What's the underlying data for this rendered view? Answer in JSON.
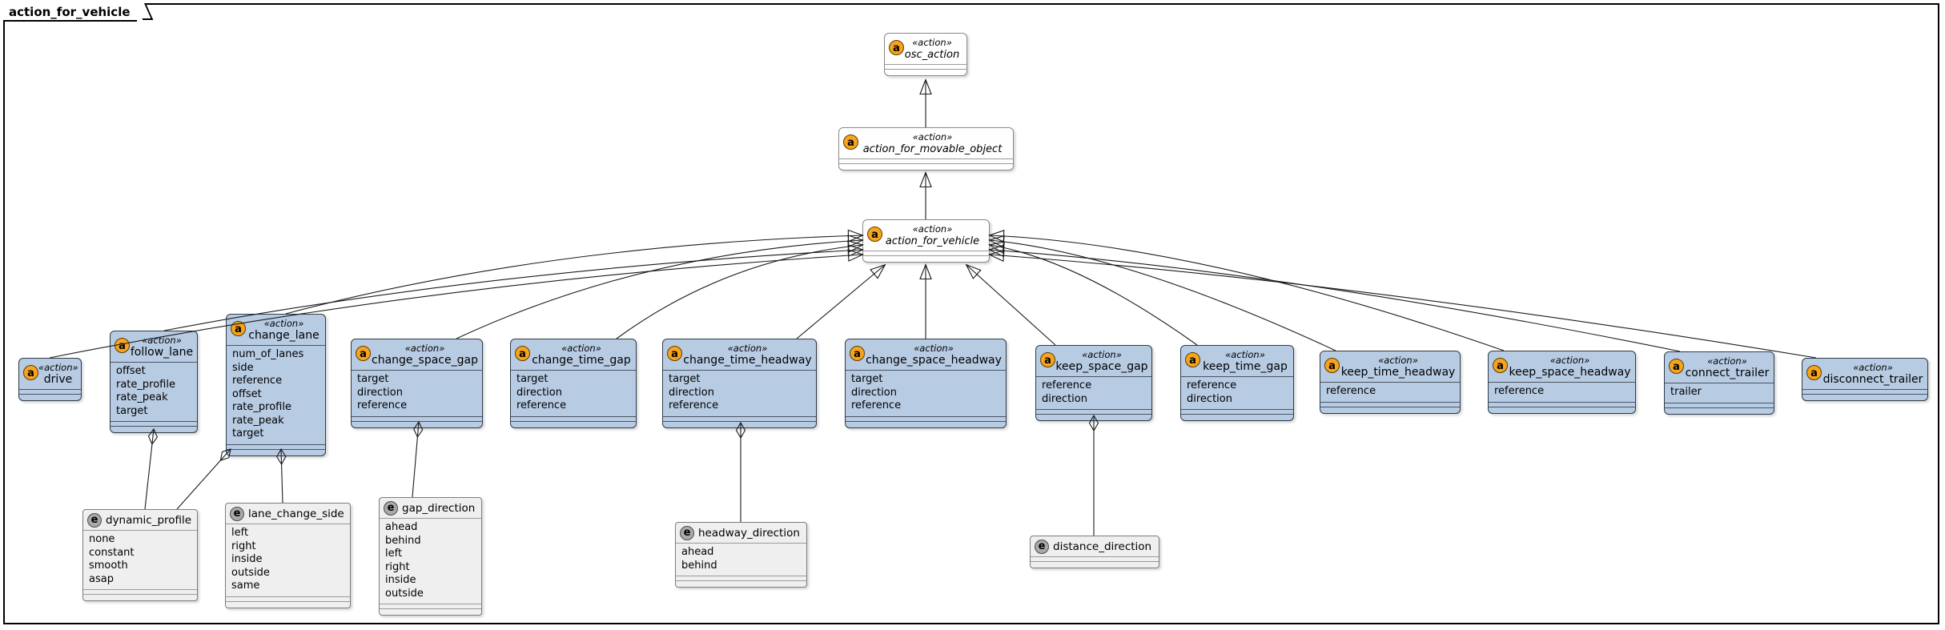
{
  "frame": {
    "title": "action_for_vehicle"
  },
  "colors": {
    "action_fill": "#b7cbe3",
    "action_border": "#2f3b49",
    "enum_fill": "#efefef",
    "separator": "#4a5564",
    "line": "#1a1a1a",
    "spot_action_fill": "#f6a41d",
    "spot_action_border": "#5a3c00",
    "spot_enum_fill": "#a9a9a9"
  },
  "nodes": [
    {
      "id": "osc_action",
      "kind": "abstract",
      "badge": "a",
      "stereotype": "«action»",
      "name": "osc_action",
      "attrs": []
    },
    {
      "id": "action_for_movable_object",
      "kind": "abstract",
      "badge": "a",
      "stereotype": "«action»",
      "name": "action_for_movable_object",
      "attrs": []
    },
    {
      "id": "action_for_vehicle",
      "kind": "abstract",
      "badge": "a",
      "stereotype": "«action»",
      "name": "action_for_vehicle",
      "attrs": []
    },
    {
      "id": "drive",
      "kind": "action",
      "badge": "a",
      "stereotype": "«action»",
      "name": "drive",
      "attrs": []
    },
    {
      "id": "follow_lane",
      "kind": "action",
      "badge": "a",
      "stereotype": "«action»",
      "name": "follow_lane",
      "attrs": [
        "offset",
        "rate_profile",
        "rate_peak",
        "target"
      ]
    },
    {
      "id": "change_lane",
      "kind": "action",
      "badge": "a",
      "stereotype": "«action»",
      "name": "change_lane",
      "attrs": [
        "num_of_lanes",
        "side",
        "reference",
        "offset",
        "rate_profile",
        "rate_peak",
        "target"
      ]
    },
    {
      "id": "change_space_gap",
      "kind": "action",
      "badge": "a",
      "stereotype": "«action»",
      "name": "change_space_gap",
      "attrs": [
        "target",
        "direction",
        "reference"
      ]
    },
    {
      "id": "change_time_gap",
      "kind": "action",
      "badge": "a",
      "stereotype": "«action»",
      "name": "change_time_gap",
      "attrs": [
        "target",
        "direction",
        "reference"
      ]
    },
    {
      "id": "change_time_headway",
      "kind": "action",
      "badge": "a",
      "stereotype": "«action»",
      "name": "change_time_headway",
      "attrs": [
        "target",
        "direction",
        "reference"
      ]
    },
    {
      "id": "change_space_headway",
      "kind": "action",
      "badge": "a",
      "stereotype": "«action»",
      "name": "change_space_headway",
      "attrs": [
        "target",
        "direction",
        "reference"
      ]
    },
    {
      "id": "keep_space_gap",
      "kind": "action",
      "badge": "a",
      "stereotype": "«action»",
      "name": "keep_space_gap",
      "attrs": [
        "reference",
        "direction"
      ]
    },
    {
      "id": "keep_time_gap",
      "kind": "action",
      "badge": "a",
      "stereotype": "«action»",
      "name": "keep_time_gap",
      "attrs": [
        "reference",
        "direction"
      ]
    },
    {
      "id": "keep_time_headway",
      "kind": "action",
      "badge": "a",
      "stereotype": "«action»",
      "name": "keep_time_headway",
      "attrs": [
        "reference"
      ]
    },
    {
      "id": "keep_space_headway",
      "kind": "action",
      "badge": "a",
      "stereotype": "«action»",
      "name": "keep_space_headway",
      "attrs": [
        "reference"
      ]
    },
    {
      "id": "connect_trailer",
      "kind": "action",
      "badge": "a",
      "stereotype": "«action»",
      "name": "connect_trailer",
      "attrs": [
        "trailer"
      ]
    },
    {
      "id": "disconnect_trailer",
      "kind": "action",
      "badge": "a",
      "stereotype": "«action»",
      "name": "disconnect_trailer",
      "attrs": []
    },
    {
      "id": "dynamic_profile",
      "kind": "enum",
      "badge": "e",
      "stereotype": "",
      "name": "dynamic_profile",
      "attrs": [
        "none",
        "constant",
        "smooth",
        "asap"
      ]
    },
    {
      "id": "lane_change_side",
      "kind": "enum",
      "badge": "e",
      "stereotype": "",
      "name": "lane_change_side",
      "attrs": [
        "left",
        "right",
        "inside",
        "outside",
        "same"
      ]
    },
    {
      "id": "gap_direction",
      "kind": "enum",
      "badge": "e",
      "stereotype": "",
      "name": "gap_direction",
      "attrs": [
        "ahead",
        "behind",
        "left",
        "right",
        "inside",
        "outside"
      ]
    },
    {
      "id": "headway_direction",
      "kind": "enum",
      "badge": "e",
      "stereotype": "",
      "name": "headway_direction",
      "attrs": [
        "ahead",
        "behind"
      ]
    },
    {
      "id": "distance_direction",
      "kind": "enum",
      "badge": "e",
      "stereotype": "",
      "name": "distance_direction",
      "attrs": []
    }
  ],
  "edges": [
    {
      "from": "action_for_movable_object",
      "to": "osc_action",
      "type": "inheritance"
    },
    {
      "from": "action_for_vehicle",
      "to": "action_for_movable_object",
      "type": "inheritance"
    },
    {
      "from": "drive",
      "to": "action_for_vehicle",
      "type": "inheritance"
    },
    {
      "from": "follow_lane",
      "to": "action_for_vehicle",
      "type": "inheritance"
    },
    {
      "from": "change_lane",
      "to": "action_for_vehicle",
      "type": "inheritance"
    },
    {
      "from": "change_space_gap",
      "to": "action_for_vehicle",
      "type": "inheritance"
    },
    {
      "from": "change_time_gap",
      "to": "action_for_vehicle",
      "type": "inheritance"
    },
    {
      "from": "change_time_headway",
      "to": "action_for_vehicle",
      "type": "inheritance"
    },
    {
      "from": "change_space_headway",
      "to": "action_for_vehicle",
      "type": "inheritance"
    },
    {
      "from": "keep_space_gap",
      "to": "action_for_vehicle",
      "type": "inheritance"
    },
    {
      "from": "keep_time_gap",
      "to": "action_for_vehicle",
      "type": "inheritance"
    },
    {
      "from": "keep_time_headway",
      "to": "action_for_vehicle",
      "type": "inheritance"
    },
    {
      "from": "keep_space_headway",
      "to": "action_for_vehicle",
      "type": "inheritance"
    },
    {
      "from": "connect_trailer",
      "to": "action_for_vehicle",
      "type": "inheritance"
    },
    {
      "from": "disconnect_trailer",
      "to": "action_for_vehicle",
      "type": "inheritance"
    },
    {
      "from": "follow_lane",
      "to": "dynamic_profile",
      "type": "composition"
    },
    {
      "from": "change_lane",
      "to": "dynamic_profile",
      "type": "composition"
    },
    {
      "from": "change_lane",
      "to": "lane_change_side",
      "type": "composition"
    },
    {
      "from": "change_space_gap",
      "to": "gap_direction",
      "type": "composition"
    },
    {
      "from": "change_time_headway",
      "to": "headway_direction",
      "type": "composition"
    },
    {
      "from": "keep_space_gap",
      "to": "distance_direction",
      "type": "composition"
    }
  ]
}
